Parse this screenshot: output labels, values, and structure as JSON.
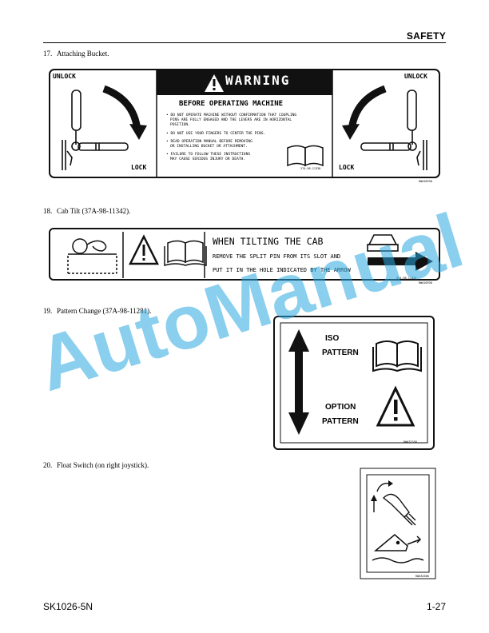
{
  "header": {
    "section": "SAFETY"
  },
  "items": [
    {
      "num": "17.",
      "caption": "Attaching Bucket."
    },
    {
      "num": "18.",
      "caption": "Cab Tilt (37A-98-11342)."
    },
    {
      "num": "19.",
      "caption": "Pattern Change (37A-98-11281)."
    },
    {
      "num": "20.",
      "caption": "Float Switch (on right joystick)."
    }
  ],
  "bucket_decal": {
    "unlock_left": "UNLOCK",
    "lock_left": "LOCK",
    "unlock_right": "UNLOCK",
    "lock_right": "LOCK",
    "warning": "WARNING",
    "subtitle": "BEFORE OPERATING MACHINE",
    "bullets": [
      "• DO NOT OPERATE MACHINE WITHOUT CONFIRMATION THAT COUPLING",
      "  PINS ARE FULLY ENGAGED AND THE LEVERS ARE IN HORIZONTAL",
      "  POSITION.",
      "• DO NOT USE YOUR FINGERS TO CENTER THE PINS.",
      "• READ OPERATION MANUAL BEFORE REMOVING",
      "  OR INSTALLING BUCKET OR ATTACHMENT.",
      "• FAILURE TO FOLLOW THESE INSTRUCTIONS",
      "  MAY CAUSE SERIOUS INJURY OR DEATH."
    ],
    "part_no": "37A-98-11330",
    "ref": "RWA10930"
  },
  "cab_decal": {
    "line1": "WHEN TILTING THE CAB",
    "line2": "REMOVE THE SPLIT PIN FROM ITS SLOT AND",
    "line3": "PUT IT IN THE HOLE INDICATED BY THE ARROW",
    "part_no": "37A-98-11342",
    "ref": "RWA10930"
  },
  "pattern_decal": {
    "iso": "ISO",
    "iso_pattern": "PATTERN",
    "option": "OPTION",
    "option_pattern": "PATTERN",
    "ref": "RWA32350"
  },
  "float_decal": {
    "ref": "RWA32600"
  },
  "watermark": "AutoManual",
  "footer": {
    "model": "SK1026-5N",
    "page": "1-27"
  }
}
